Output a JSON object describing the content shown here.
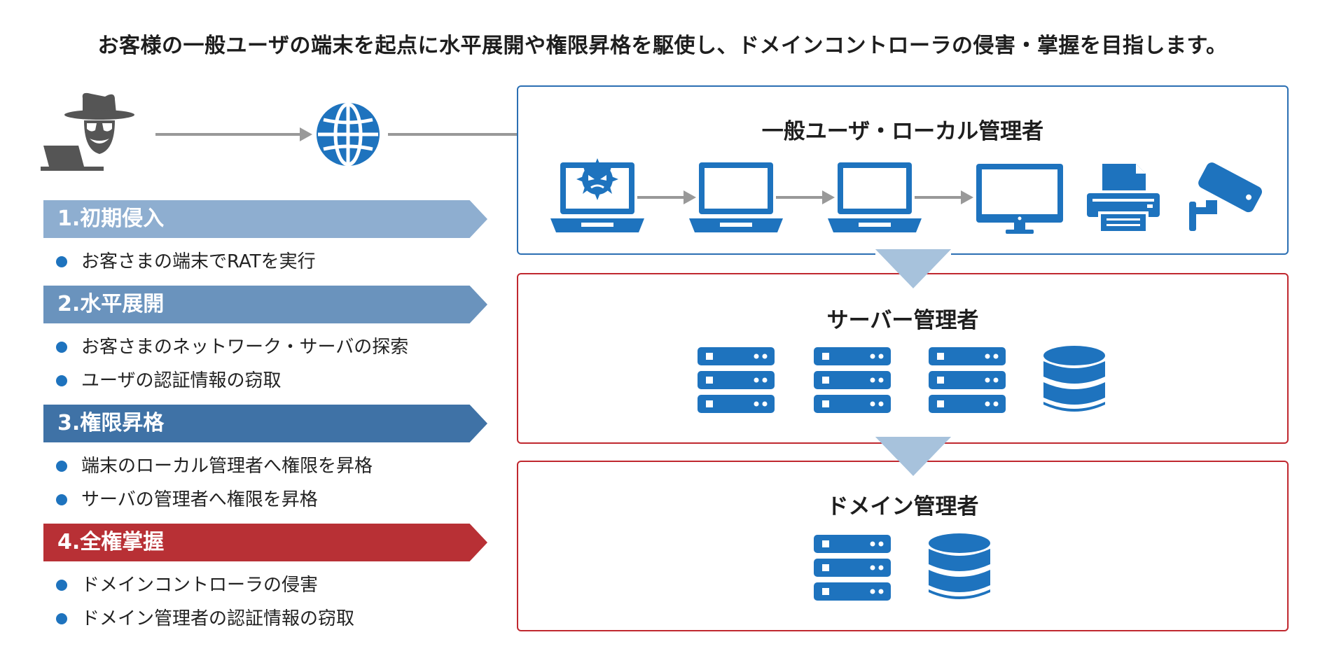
{
  "title": "お客様の一般ユーザの端末を起点に水平展開や権限昇格を駆使し、ドメインコントローラの侵害・掌握を目指します。",
  "colors": {
    "blue": "#1e73be",
    "gray_icon": "#555555",
    "arrow_gray": "#999999",
    "phase1": "#8eaed0",
    "phase2": "#6a93bd",
    "phase3": "#3f72a6",
    "phase4": "#b83035",
    "box_blue_border": "#2b6fb3",
    "box_red_border": "#c0282f",
    "down_arrow": "#a7c2dc"
  },
  "icons": {
    "attacker": "hacker-with-laptop-icon",
    "globe": "globe-icon"
  },
  "phases": [
    {
      "label": "1.初期侵入",
      "items": [
        "お客さまの端末でRATを実行"
      ]
    },
    {
      "label": "2.水平展開",
      "items": [
        "お客さまのネットワーク・サーバの探索",
        "ユーザの認証情報の窃取"
      ]
    },
    {
      "label": "3.権限昇格",
      "items": [
        "端末のローカル管理者へ権限を昇格",
        "サーバの管理者へ権限を昇格"
      ]
    },
    {
      "label": "4.全権掌握",
      "items": [
        "ドメインコントローラの侵害",
        "ドメイン管理者の認証情報の窃取"
      ]
    }
  ],
  "boxes": [
    {
      "title": "一般ユーザ・ローカル管理者",
      "icons": [
        "infected-laptop-icon",
        "laptop-icon",
        "laptop-icon",
        "laptop-icon",
        "monitor-icon",
        "printer-icon",
        "security-camera-icon"
      ]
    },
    {
      "title": "サーバー管理者",
      "icons": [
        "server-icon",
        "server-icon",
        "server-icon",
        "database-icon"
      ]
    },
    {
      "title": "ドメイン管理者",
      "icons": [
        "server-icon",
        "database-icon"
      ]
    }
  ]
}
